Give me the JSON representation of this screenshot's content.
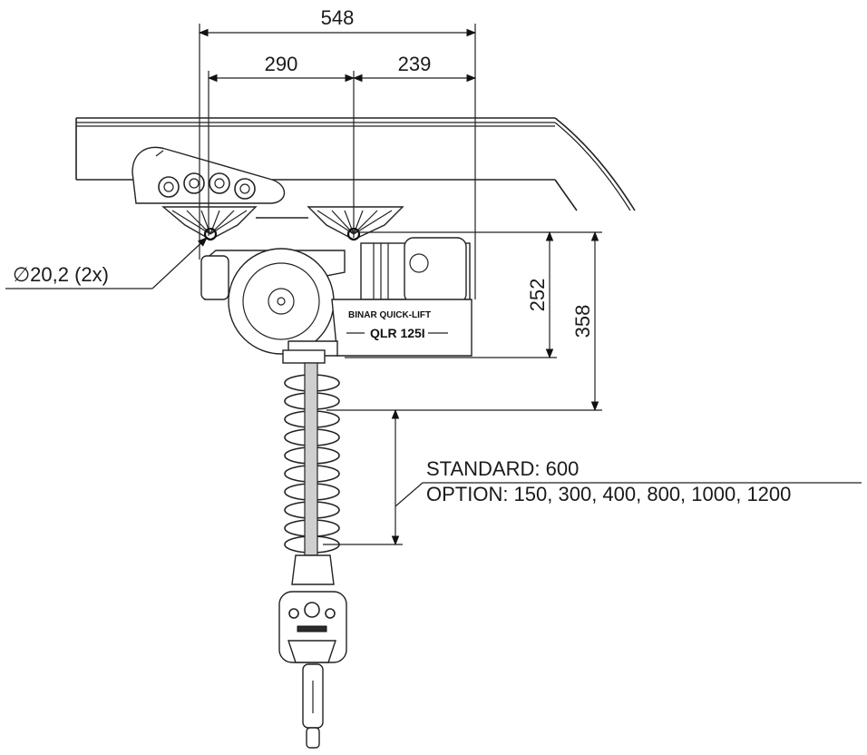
{
  "dimensions": {
    "overall_width": "548",
    "left_span": "290",
    "right_span": "239",
    "height_unit": "252",
    "height_total": "358",
    "hole_diameter": "∅20,2 (2x)"
  },
  "hose_note": {
    "standard": "STANDARD: 600",
    "option": "OPTION: 150, 300, 400, 800, 1000, 1200"
  },
  "unit_label": {
    "brand": "BINAR QUICK-LIFT",
    "model": "QLR 125I"
  }
}
